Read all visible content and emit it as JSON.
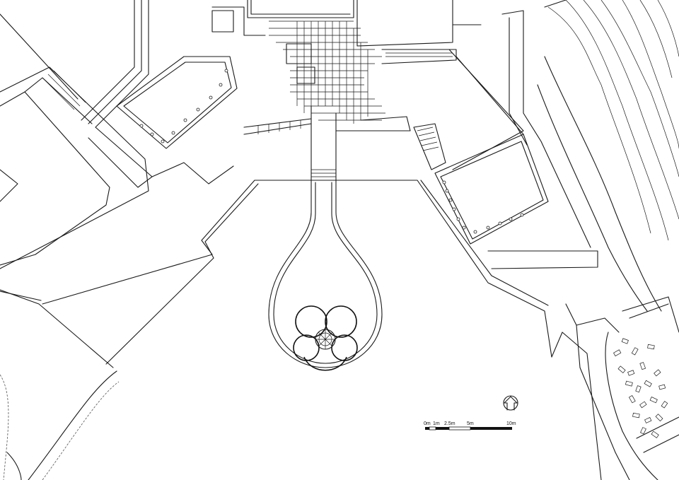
{
  "scale_bar": {
    "labels": [
      "0m",
      "1m",
      "2.5m",
      "5m",
      "10m"
    ]
  },
  "north_arrow": {
    "icon": "north-arrow-icon"
  },
  "colors": {
    "line": "#1a1a1a",
    "background": "#ffffff"
  }
}
